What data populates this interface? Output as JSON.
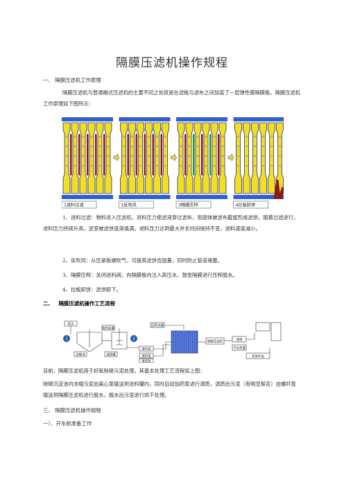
{
  "doc": {
    "title": "隔膜压滤机操作规程",
    "s1_heading": "一、  隔膜压滤机工作原理",
    "s1_intro": "隔膜压滤机与普通厢式压滤机的主要不同之处就是在滤板与滤布之间加装了一层弹性膜隔膜板。隔膜压滤机工作原理如下图所示：",
    "steps": [
      "1、进料过滤：物料进入压滤机，进料压力使滤液穿过滤布，而固体被滤布截留形成滤饼。随着过滤进行，进料压力持续升高，滤室被滤饼逐渐填满，进料压力达到最大并长时间保持不变，进料速度减小。",
      "2、反吹风：从压紧板端吹气，可提高滤饼含固量，同时防止管道堵塞。",
      "3、隔膜压榨：关闭进料阀，向隔膜板内注入高压水，鼓张隔膜进行压榨脱水。",
      "4、拉板卸饼：滤饼卸下。"
    ],
    "s2_num": "二、",
    "s2_heading": "隔膜压滤机操作工艺流程",
    "s2_text1": "目前，隔膜压滤机用于好氧除磷污泥处理。其基本处理工艺流程如上图：",
    "s2_text2": "除磷沉淀池内浓缩污泥由离心泵输送到进料罐内，同时启动加药泵进行调质，调质后污泥（有明显絮花）由螺杆泵输送到隔膜压滤机进行脱水，脱水后污泥进行烘干处理。",
    "s3_heading": "三、  隔膜压滤机操作规程",
    "s3_sub": "一）、开车前准备工作"
  },
  "figure1": {
    "captions": [
      "1进料过滤",
      "2反吹风",
      "3隔膜压榨",
      "4拉板卸饼"
    ],
    "colors": {
      "frame": "#f2e020",
      "border": "#2a2a8a",
      "sludge": "#8b1a1a",
      "blue": "#2e5fd6",
      "green": "#1f9a3a",
      "water": "#87c6ff"
    }
  },
  "figure2": {
    "labels": {
      "raw": "原水",
      "tank1": "浓缩池",
      "tank2": "调质罐",
      "dosing": "加药装置",
      "pump1": "进料泵",
      "pump2": "进料泵",
      "washing": "清洗泵",
      "press": "隔膜压滤机",
      "filtrate": "滤液",
      "water_tank": "压榨水罐",
      "dryer": "干化装置",
      "cake": "泥饼外运"
    },
    "markers": [
      "1",
      "2"
    ]
  }
}
